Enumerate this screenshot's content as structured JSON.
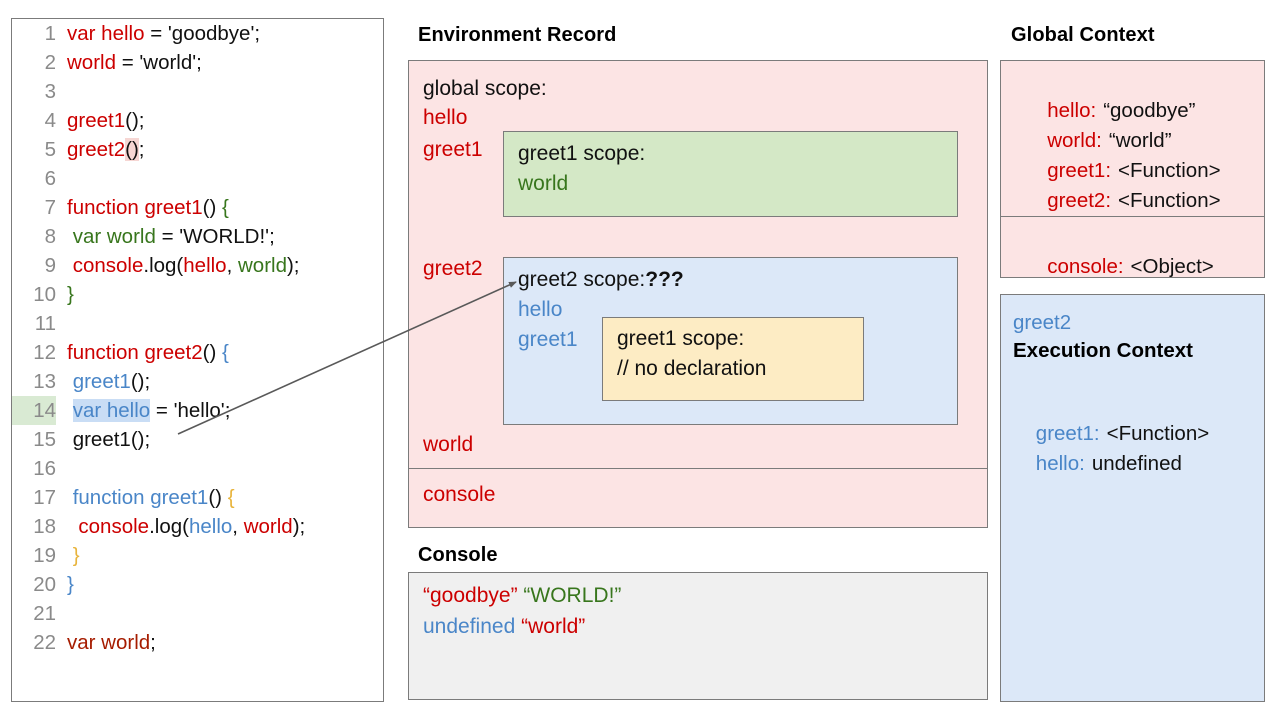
{
  "code_panel": {
    "lines": [
      {
        "n": "1",
        "hl_num": false,
        "tokens": [
          {
            "t": "var hello",
            "c": "red"
          },
          {
            "t": " = ",
            "c": "black"
          },
          {
            "t": "'goodbye';",
            "c": "black"
          }
        ]
      },
      {
        "n": "2",
        "hl_num": false,
        "tokens": [
          {
            "t": "world",
            "c": "red"
          },
          {
            "t": " = 'world';",
            "c": "black"
          }
        ]
      },
      {
        "n": "3",
        "hl_num": false,
        "tokens": []
      },
      {
        "n": "4",
        "hl_num": false,
        "tokens": [
          {
            "t": "greet1",
            "c": "red"
          },
          {
            "t": "();",
            "c": "black"
          }
        ]
      },
      {
        "n": "5",
        "hl_num": false,
        "tokens": [
          {
            "t": "greet2",
            "c": "red"
          },
          {
            "t": "()",
            "c": "black",
            "bg": "hl-pink"
          },
          {
            "t": ";",
            "c": "black"
          }
        ]
      },
      {
        "n": "6",
        "hl_num": false,
        "tokens": []
      },
      {
        "n": "7",
        "hl_num": false,
        "tokens": [
          {
            "t": "function greet1",
            "c": "red"
          },
          {
            "t": "() ",
            "c": "black"
          },
          {
            "t": "{",
            "c": "green"
          }
        ]
      },
      {
        "n": "8",
        "hl_num": false,
        "tokens": [
          {
            "t": " ",
            "c": "black"
          },
          {
            "t": "var world",
            "c": "green"
          },
          {
            "t": " = 'WORLD!';",
            "c": "black"
          }
        ]
      },
      {
        "n": "9",
        "hl_num": false,
        "tokens": [
          {
            "t": " ",
            "c": "black"
          },
          {
            "t": "console",
            "c": "red"
          },
          {
            "t": ".log(",
            "c": "black"
          },
          {
            "t": "hello",
            "c": "red"
          },
          {
            "t": ", ",
            "c": "black"
          },
          {
            "t": "world",
            "c": "green"
          },
          {
            "t": ");",
            "c": "black"
          }
        ]
      },
      {
        "n": "10",
        "hl_num": false,
        "tokens": [
          {
            "t": "}",
            "c": "green"
          }
        ]
      },
      {
        "n": "11",
        "hl_num": false,
        "tokens": []
      },
      {
        "n": "12",
        "hl_num": false,
        "tokens": [
          {
            "t": "function greet2",
            "c": "red"
          },
          {
            "t": "() ",
            "c": "black"
          },
          {
            "t": "{",
            "c": "blue"
          }
        ]
      },
      {
        "n": "13",
        "hl_num": false,
        "tokens": [
          {
            "t": " ",
            "c": "black"
          },
          {
            "t": "greet1",
            "c": "blue"
          },
          {
            "t": "();",
            "c": "black"
          }
        ]
      },
      {
        "n": "14",
        "hl_num": true,
        "tokens": [
          {
            "t": " ",
            "c": "black"
          },
          {
            "t": "var hello",
            "c": "blue",
            "bg": "hl-blue"
          },
          {
            "t": " = 'hello';",
            "c": "black"
          }
        ]
      },
      {
        "n": "15",
        "hl_num": false,
        "tokens": [
          {
            "t": " greet1();",
            "c": "black"
          }
        ]
      },
      {
        "n": "16",
        "hl_num": false,
        "tokens": []
      },
      {
        "n": "17",
        "hl_num": false,
        "tokens": [
          {
            "t": " ",
            "c": "black"
          },
          {
            "t": "function greet1",
            "c": "blue"
          },
          {
            "t": "() ",
            "c": "black"
          },
          {
            "t": "{",
            "c": "gold"
          }
        ]
      },
      {
        "n": "18",
        "hl_num": false,
        "tokens": [
          {
            "t": "  ",
            "c": "black"
          },
          {
            "t": "console",
            "c": "red"
          },
          {
            "t": ".log(",
            "c": "black"
          },
          {
            "t": "hello",
            "c": "blue"
          },
          {
            "t": ", ",
            "c": "black"
          },
          {
            "t": "world",
            "c": "red"
          },
          {
            "t": ");",
            "c": "black"
          }
        ]
      },
      {
        "n": "19",
        "hl_num": false,
        "tokens": [
          {
            "t": " ",
            "c": "black"
          },
          {
            "t": "}",
            "c": "gold"
          }
        ]
      },
      {
        "n": "20",
        "hl_num": false,
        "tokens": [
          {
            "t": "}",
            "c": "blue"
          }
        ]
      },
      {
        "n": "21",
        "hl_num": false,
        "tokens": []
      },
      {
        "n": "22",
        "hl_num": false,
        "tokens": [
          {
            "t": "var world",
            "c": "dkred"
          },
          {
            "t": ";",
            "c": "black"
          }
        ]
      }
    ]
  },
  "environment_record": {
    "title": "Environment Record",
    "global_scope_label": "global scope:",
    "bindings": [
      "hello",
      "greet1",
      "greet2",
      "world"
    ],
    "console_binding": "console",
    "greet1_scope": {
      "header": "greet1 scope:",
      "vars": [
        "world"
      ]
    },
    "greet2_scope": {
      "header": "greet2 scope:",
      "header_suffix": "???",
      "vars": [
        "hello",
        "greet1"
      ],
      "inner_greet1": {
        "header": "greet1 scope:",
        "note": "// no declaration"
      }
    }
  },
  "console": {
    "title": "Console",
    "lines": [
      [
        {
          "t": "“goodbye”",
          "c": "red"
        },
        {
          "t": " ",
          "c": "black"
        },
        {
          "t": "“WORLD!”",
          "c": "green"
        }
      ],
      [
        {
          "t": "undefined",
          "c": "blue"
        },
        {
          "t": " ",
          "c": "black"
        },
        {
          "t": "“world”",
          "c": "red"
        }
      ]
    ],
    "line1_text": "“goodbye” “WORLD!”",
    "line2_text": "undefined “world”"
  },
  "global_context": {
    "title": "Global Context",
    "entries": [
      {
        "key": "hello:",
        "value": "“goodbye”"
      },
      {
        "key": "world:",
        "value": "“world”"
      },
      {
        "key": "greet1:",
        "value": "<Function>"
      },
      {
        "key": "greet2:",
        "value": "<Function>"
      }
    ],
    "separated": [
      {
        "key": "console:",
        "value": "<Object>"
      }
    ]
  },
  "execution_context": {
    "name": "greet2",
    "title": "Execution Context",
    "entries": [
      {
        "key": "greet1:",
        "value": "<Function>"
      },
      {
        "key": "hello:",
        "value": "undefined"
      }
    ]
  },
  "colors": {
    "red": "#cc0000",
    "dark_red": "#a61c00",
    "green": "#38761d",
    "blue": "#4a86c8",
    "gold": "#e8b43c",
    "pink_panel": "#fce4e4",
    "green_panel": "#d4e8c6",
    "blue_panel": "#dce8f8",
    "yellow_panel": "#fdecc4",
    "grey_panel": "#f0f0f0",
    "border": "#7b7b7b",
    "line_highlight_green": "#d9ead3",
    "token_highlight_blue": "#c9ddf5",
    "token_highlight_pink": "#f6d6d3"
  }
}
